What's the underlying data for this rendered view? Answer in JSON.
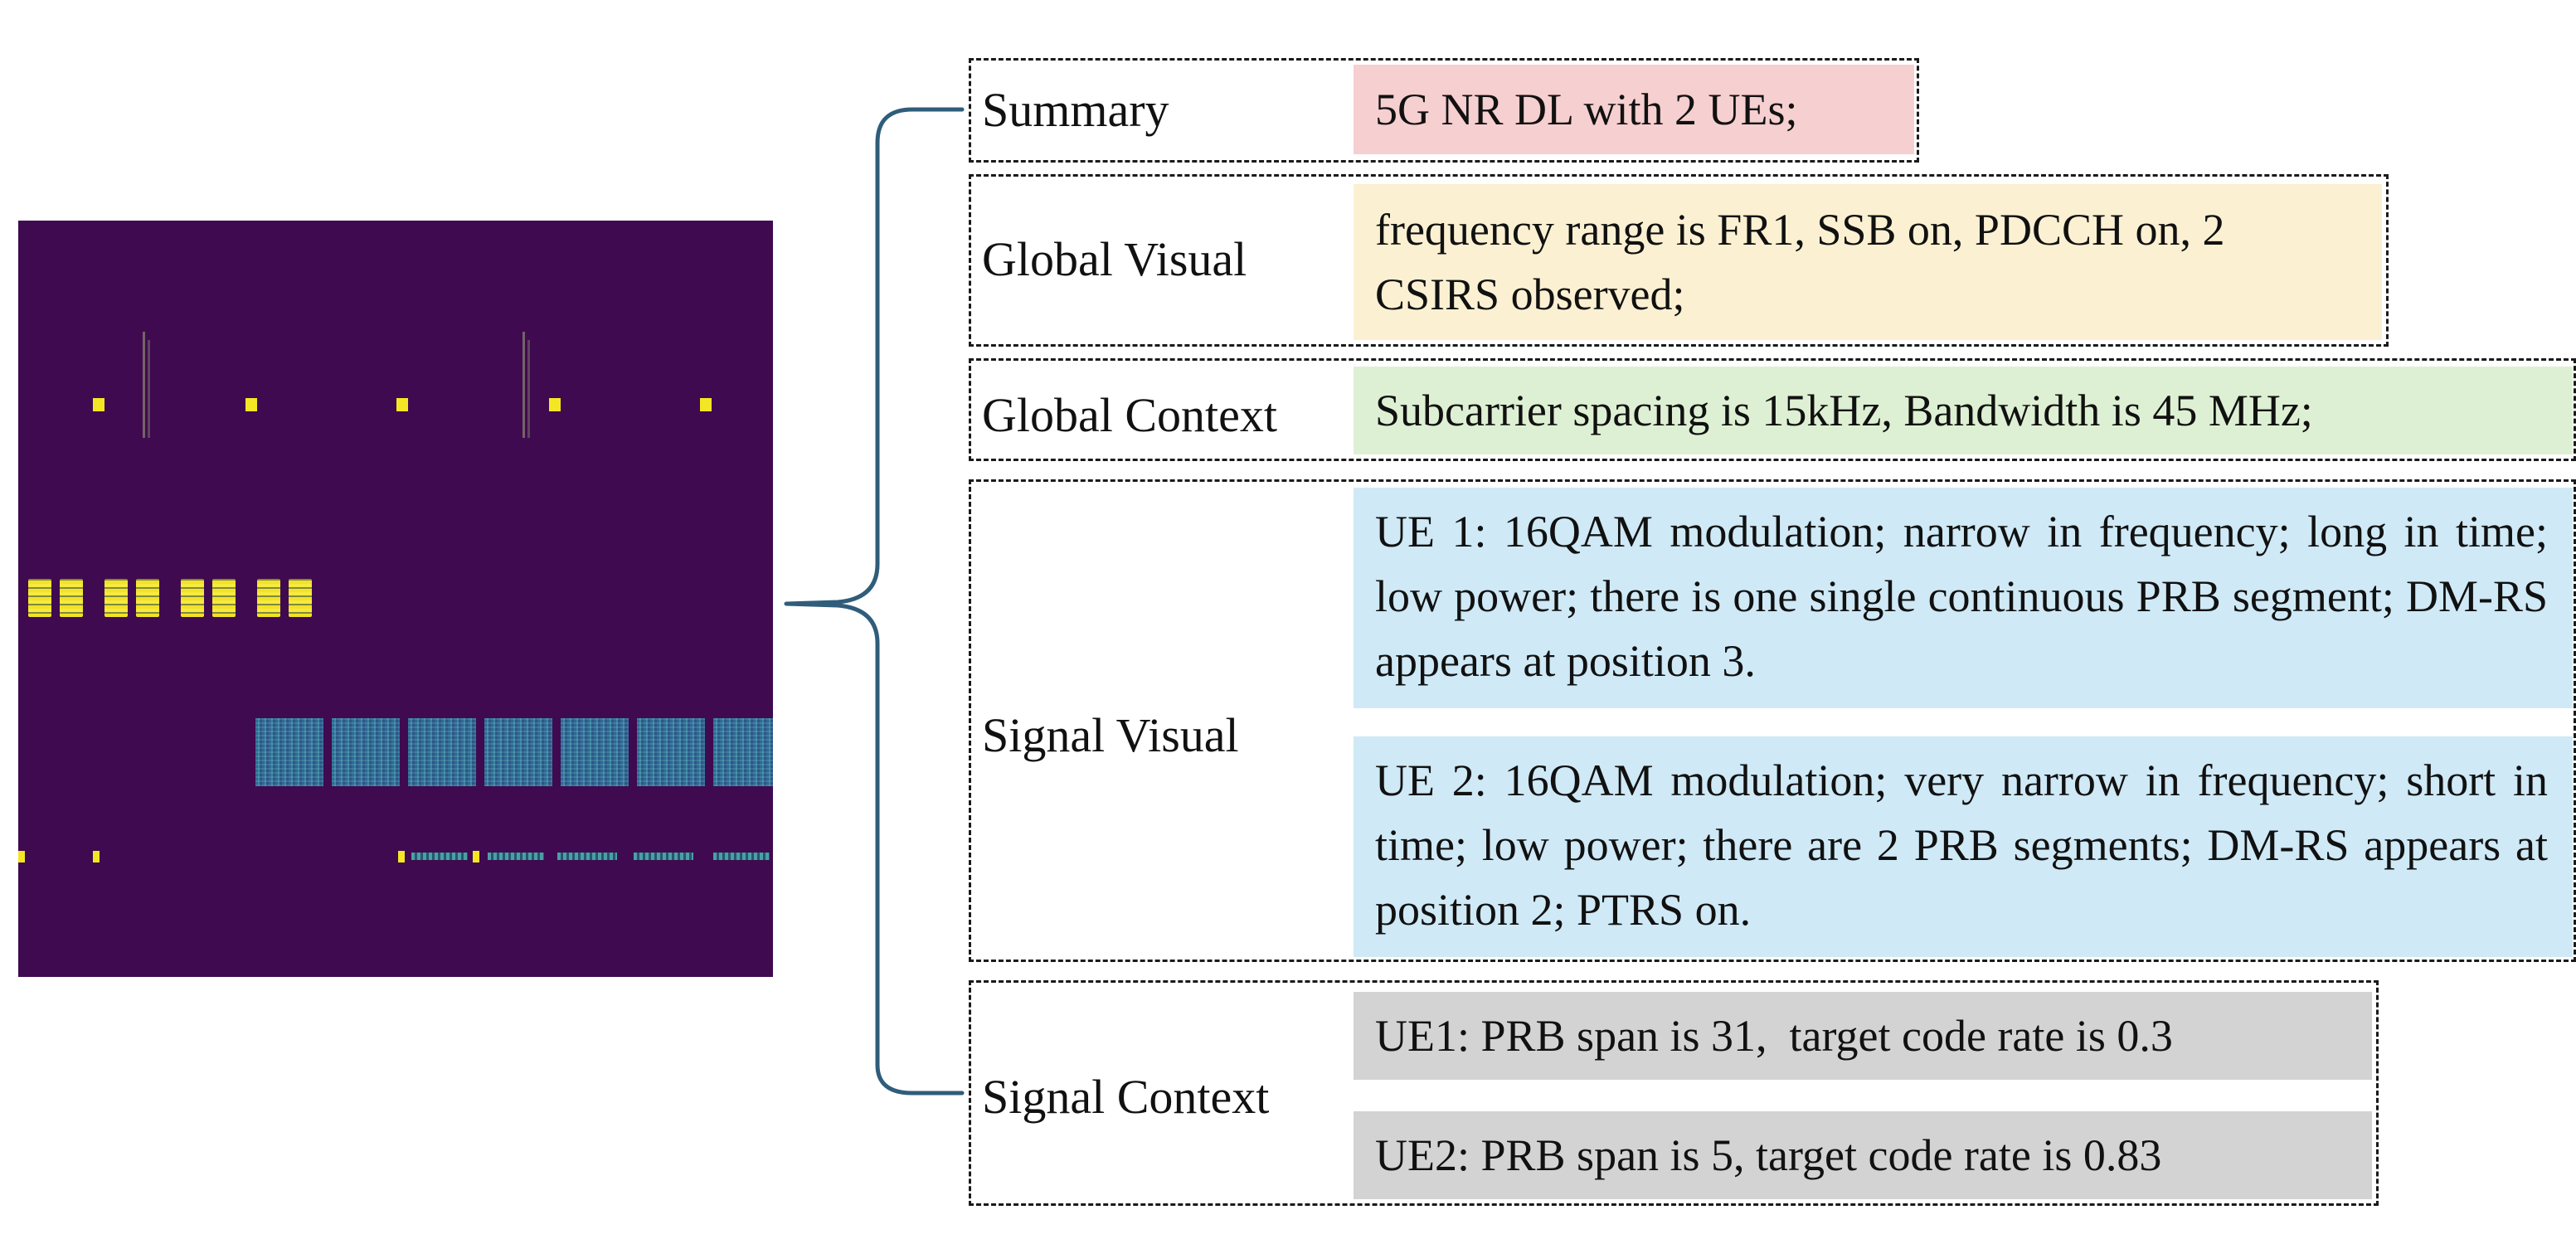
{
  "colors": {
    "spectrogram_background": "#3f0a50",
    "signal_highlight": "#f5e625",
    "connector": "#2f5d7a",
    "summary_fill": "#f6cfd1",
    "global_visual_fill": "#fbf1d2",
    "global_context_fill": "#def0d3",
    "signal_visual_fill": "#cfe9f6",
    "signal_context_fill": "#d3d3d3"
  },
  "sections": {
    "summary": {
      "label": "Summary",
      "text": "5G NR DL with 2 UEs;"
    },
    "global_visual": {
      "label": "Global Visual",
      "text": "frequency range is FR1, SSB on, PDCCH on, 2 CSIRS observed;"
    },
    "global_context": {
      "label": "Global Context",
      "text": "Subcarrier spacing is 15kHz, Bandwidth is 45 MHz;"
    },
    "signal_visual": {
      "label": "Signal Visual",
      "items": [
        {
          "text": "UE 1: 16QAM modulation; narrow in frequency; long in time; low power; there is one single continuous PRB segment; DM-RS appears at position 3."
        },
        {
          "text": "UE 2: 16QAM modulation; very narrow in frequency; short in time; low power; there are 2 PRB segments; DM-RS appears at position 2; PTRS on."
        }
      ]
    },
    "signal_context": {
      "label": "Signal Context",
      "items": [
        {
          "text": "UE1: PRB span is 31,  target code rate is 0.3"
        },
        {
          "text": "UE2: PRB span is 5, target code rate is 0.83"
        }
      ]
    }
  }
}
